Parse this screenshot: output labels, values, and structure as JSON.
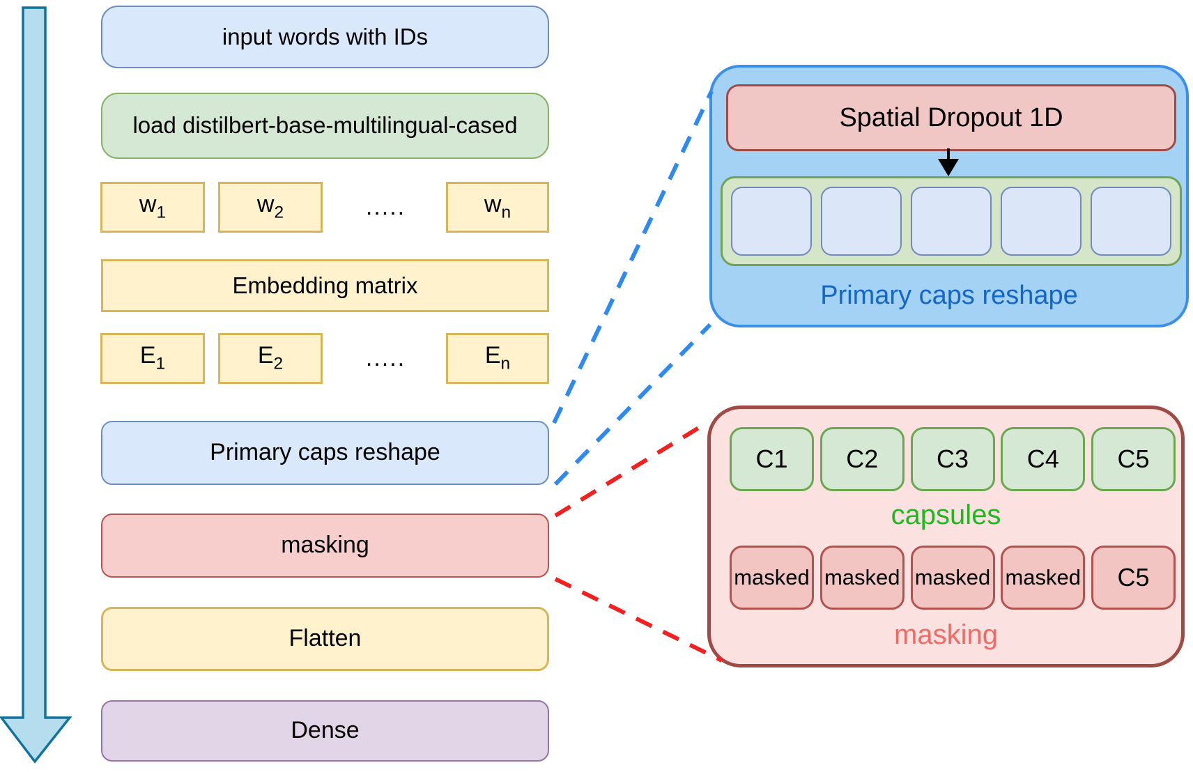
{
  "left": {
    "input_label": "input words with IDs",
    "load_label": "load distilbert-base-multilingual-cased",
    "w_row": {
      "b1": {
        "base": "w",
        "sub": "1"
      },
      "b2": {
        "base": "w",
        "sub": "2"
      },
      "dots": ".....",
      "bn": {
        "base": "w",
        "sub": "n"
      }
    },
    "embedding_label": "Embedding matrix",
    "e_row": {
      "b1": {
        "base": "E",
        "sub": "1"
      },
      "b2": {
        "base": "E",
        "sub": "2"
      },
      "dots": ".....",
      "bn": {
        "base": "E",
        "sub": "n"
      }
    },
    "primary_caps_label": "Primary caps reshape",
    "masking_label": "masking",
    "flatten_label": "Flatten",
    "dense_label": "Dense"
  },
  "dropout_panel": {
    "title": "Spatial Dropout 1D",
    "caption": "Primary caps reshape",
    "num_slots": 5
  },
  "masking_panel": {
    "capsules": [
      "C1",
      "C2",
      "C3",
      "C4",
      "C5"
    ],
    "capsules_caption": "capsules",
    "masked": [
      "masked",
      "masked",
      "masked",
      "masked",
      "C5"
    ],
    "masking_caption": "masking"
  },
  "icons": {
    "flow_arrow": "down-arrow",
    "dropout_to_slots_arrow": "down-arrow"
  },
  "colors": {
    "box-blue-fill": "#dae8fc",
    "box-blue-stroke": "#6c8ebf",
    "box-green-fill": "#d5e8d4",
    "box-green-stroke": "#82b366",
    "box-yellow-fill": "#fff2cc",
    "box-yellow-stroke": "#d6b656",
    "box-red-fill": "#f8cecc",
    "box-red-stroke": "#b85450",
    "box-purple-fill": "#e1d5e7",
    "box-purple-stroke": "#9673a6",
    "flow-arrow-fill": "#b5ddee",
    "flow-arrow-stroke": "#10739e",
    "panel-blue-fill": "#a3d2f5",
    "panel-blue-stroke": "#3b8fe8",
    "panel-green-fill": "#d5e5c8",
    "panel-green-stroke": "#71a356",
    "slot-fill": "#dbe6f9",
    "slot-stroke": "#7189bd",
    "dropout-fill": "#f1c7c5",
    "dropout-stroke": "#a04a44",
    "panel-pink-fill": "#fbe1e0",
    "panel-pink-stroke": "#a04a46",
    "capsule-fill": "#d5e8d4",
    "capsule-stroke": "#6aa84f",
    "masked-fill": "#f2c5c3",
    "masked-stroke": "#b3524e",
    "caption-blue": "#1467c8",
    "caption-green": "#1fb81f",
    "caption-salmon": "#ef6b66",
    "dash-blue": "#2e8af0",
    "dash-red": "#f32020",
    "black-arrow": "#000000"
  }
}
